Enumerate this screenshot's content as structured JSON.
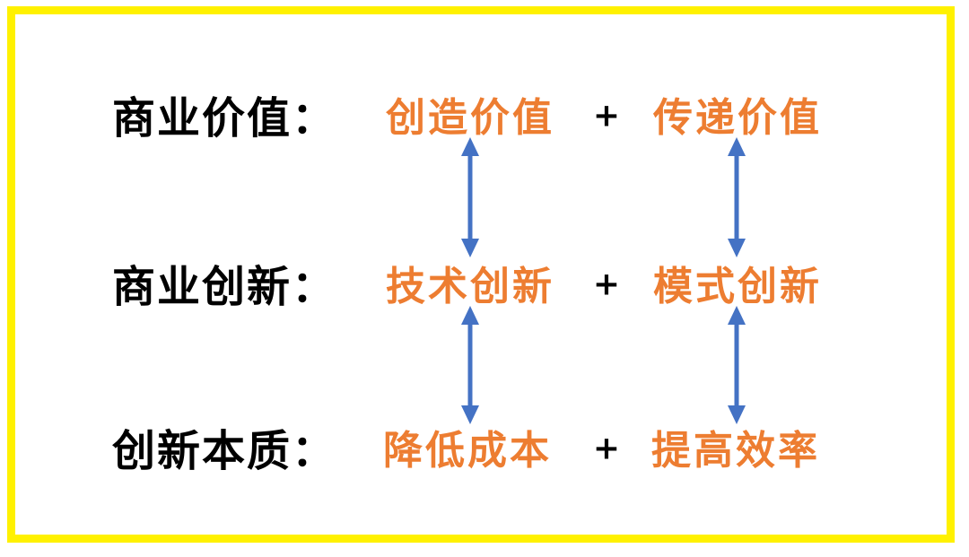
{
  "diagram": {
    "colors": {
      "background": "#FFFFFF",
      "border": "#FFF100",
      "label_text": "#000000",
      "term_text": "#ED7D31",
      "plus_text": "#000000",
      "arrow": "#4472C4"
    },
    "rows": [
      {
        "label": "商业价值：",
        "left_term": "创造价值",
        "plus": "+",
        "right_term": "传递价值"
      },
      {
        "label": "商业创新：",
        "left_term": "技术创新",
        "plus": "+",
        "right_term": "模式创新"
      },
      {
        "label": "创新本质：",
        "left_term": "降低成本",
        "plus": "+",
        "right_term": "提高效率"
      }
    ],
    "relations": [
      {
        "from": "创造价值",
        "to": "技术创新",
        "type": "double-headed-arrow"
      },
      {
        "from": "传递价值",
        "to": "模式创新",
        "type": "double-headed-arrow"
      },
      {
        "from": "技术创新",
        "to": "降低成本",
        "type": "double-headed-arrow"
      },
      {
        "from": "模式创新",
        "to": "提高效率",
        "type": "double-headed-arrow"
      }
    ]
  }
}
